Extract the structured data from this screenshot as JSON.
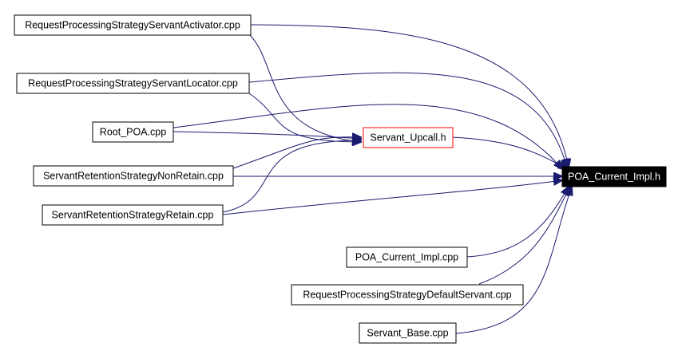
{
  "diagram": {
    "colors": {
      "edge": "#1a1a6e",
      "node_border": "#000000",
      "highlight_border": "#ff0000",
      "target_fill": "#000000",
      "target_text": "#ffffff"
    },
    "nodes": {
      "activator": "RequestProcessingStrategyServantActivator.cpp",
      "locator": "RequestProcessingStrategyServantLocator.cpp",
      "root_poa": "Root_POA.cpp",
      "nonretain": "ServantRetentionStrategyNonRetain.cpp",
      "retain": "ServantRetentionStrategyRetain.cpp",
      "upcall": "Servant_Upcall.h",
      "current_impl_h": "POA_Current_Impl.h",
      "current_impl_cpp": "POA_Current_Impl.cpp",
      "default_servant": "RequestProcessingStrategyDefaultServant.cpp",
      "servant_base": "Servant_Base.cpp"
    },
    "edges": [
      {
        "from": "activator",
        "to": "current_impl_h"
      },
      {
        "from": "activator",
        "to": "upcall"
      },
      {
        "from": "locator",
        "to": "current_impl_h"
      },
      {
        "from": "locator",
        "to": "upcall"
      },
      {
        "from": "root_poa",
        "to": "current_impl_h"
      },
      {
        "from": "root_poa",
        "to": "upcall"
      },
      {
        "from": "nonretain",
        "to": "current_impl_h"
      },
      {
        "from": "nonretain",
        "to": "upcall"
      },
      {
        "from": "retain",
        "to": "current_impl_h"
      },
      {
        "from": "retain",
        "to": "upcall"
      },
      {
        "from": "upcall",
        "to": "current_impl_h"
      },
      {
        "from": "current_impl_cpp",
        "to": "current_impl_h"
      },
      {
        "from": "default_servant",
        "to": "current_impl_h"
      },
      {
        "from": "servant_base",
        "to": "current_impl_h"
      }
    ]
  }
}
